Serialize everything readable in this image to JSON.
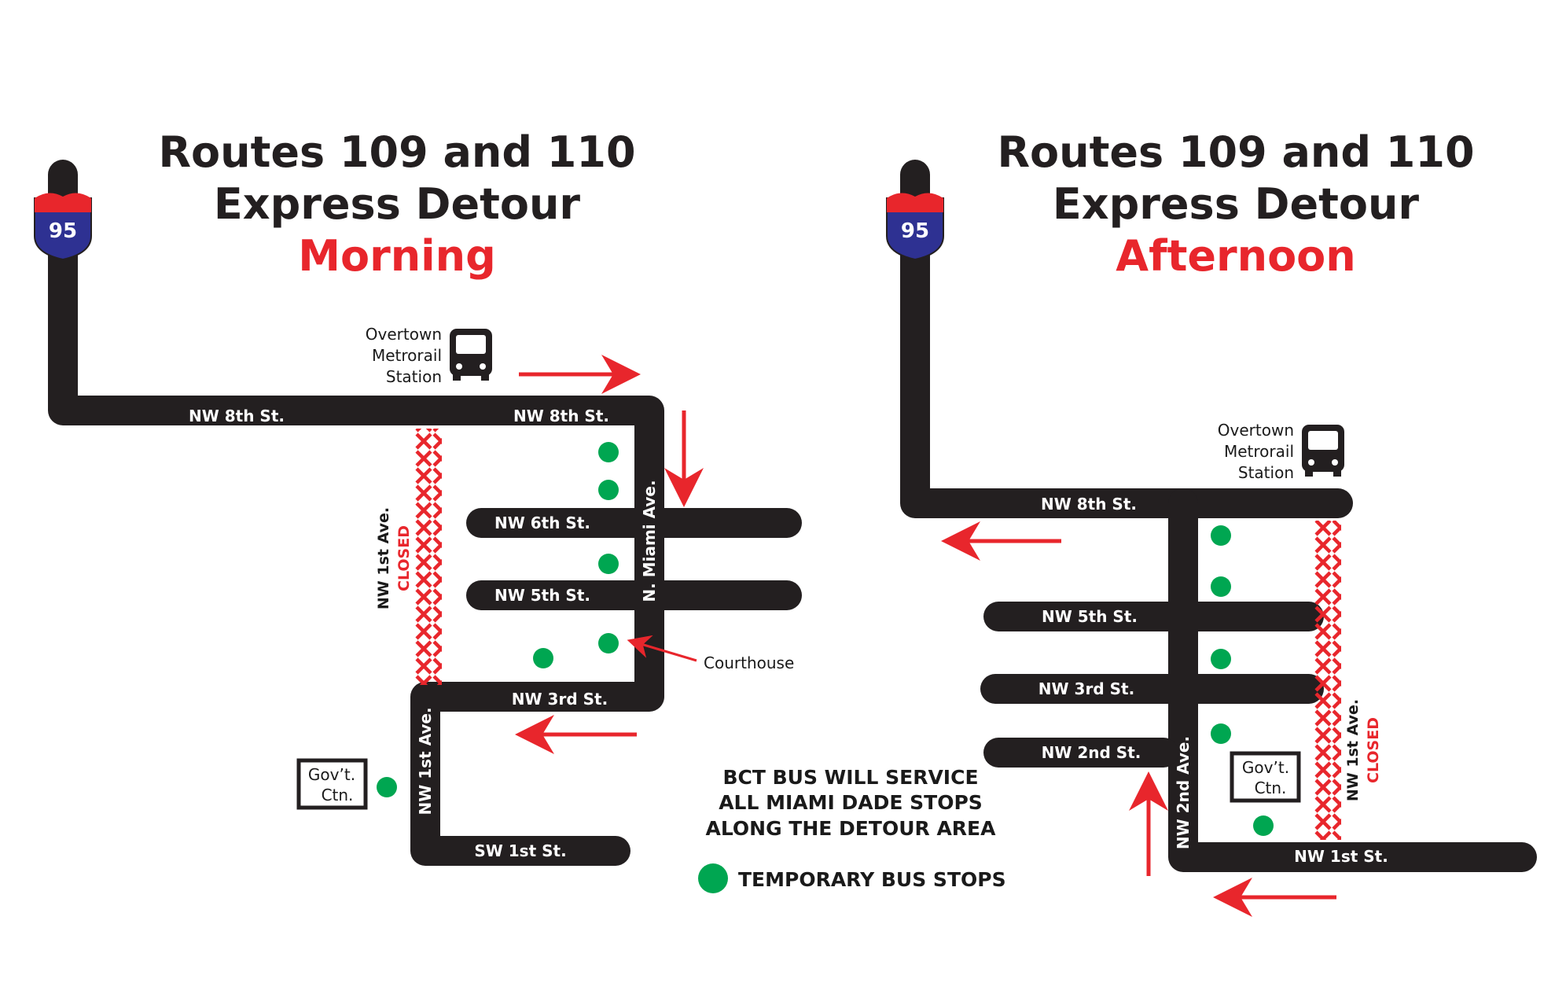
{
  "morning": {
    "title_line1": "Routes 109 and 110",
    "title_line2": "Express Detour",
    "title_line3": "Morning",
    "shield_number": "95",
    "station_line1": "Overtown",
    "station_line2": "Metrorail",
    "station_line3": "Station",
    "roads": {
      "nw_8th_a": "NW 8th St.",
      "nw_8th_b": "NW 8th St.",
      "nw_6th": "NW 6th St.",
      "nw_5th": "NW 5th St.",
      "n_miami_ave": "N. Miami Ave.",
      "nw_1st_ave_closed": "NW 1st Ave.",
      "nw_3rd": "NW 3rd St.",
      "nw_1st_ave": "NW 1st Ave.",
      "sw_1st": "SW 1st St."
    },
    "closed_label": "CLOSED",
    "courthouse": "Courthouse",
    "govt_line1": "Gov’t.",
    "govt_line2": "Ctn."
  },
  "afternoon": {
    "title_line1": "Routes 109 and 110",
    "title_line2": "Express Detour",
    "title_line3": "Afternoon",
    "shield_number": "95",
    "station_line1": "Overtown",
    "station_line2": "Metrorail",
    "station_line3": "Station",
    "roads": {
      "nw_8th": "NW 8th St.",
      "nw_5th": "NW 5th St.",
      "nw_3rd": "NW 3rd St.",
      "nw_2nd": "NW 2nd St.",
      "nw_2nd_ave": "NW 2nd Ave.",
      "nw_1st_ave_closed": "NW 1st Ave.",
      "nw_1st": "NW 1st St."
    },
    "closed_label": "CLOSED",
    "govt_line1": "Gov’t.",
    "govt_line2": "Ctn."
  },
  "notice": {
    "line1": "BCT BUS WILL SERVICE",
    "line2": "ALL MIAMI DADE STOPS",
    "line3": "ALONG THE DETOUR AREA"
  },
  "legend": {
    "temporary_stops": "TEMPORARY BUS STOPS"
  },
  "colors": {
    "road": "#231f20",
    "detour_arrow": "#e8262c",
    "closed_x": "#e8262c",
    "bus_stop": "#00a651",
    "title_dark": "#231f20",
    "title_accent": "#e8262c",
    "shield_red": "#e8262c",
    "shield_blue": "#2e3192"
  }
}
